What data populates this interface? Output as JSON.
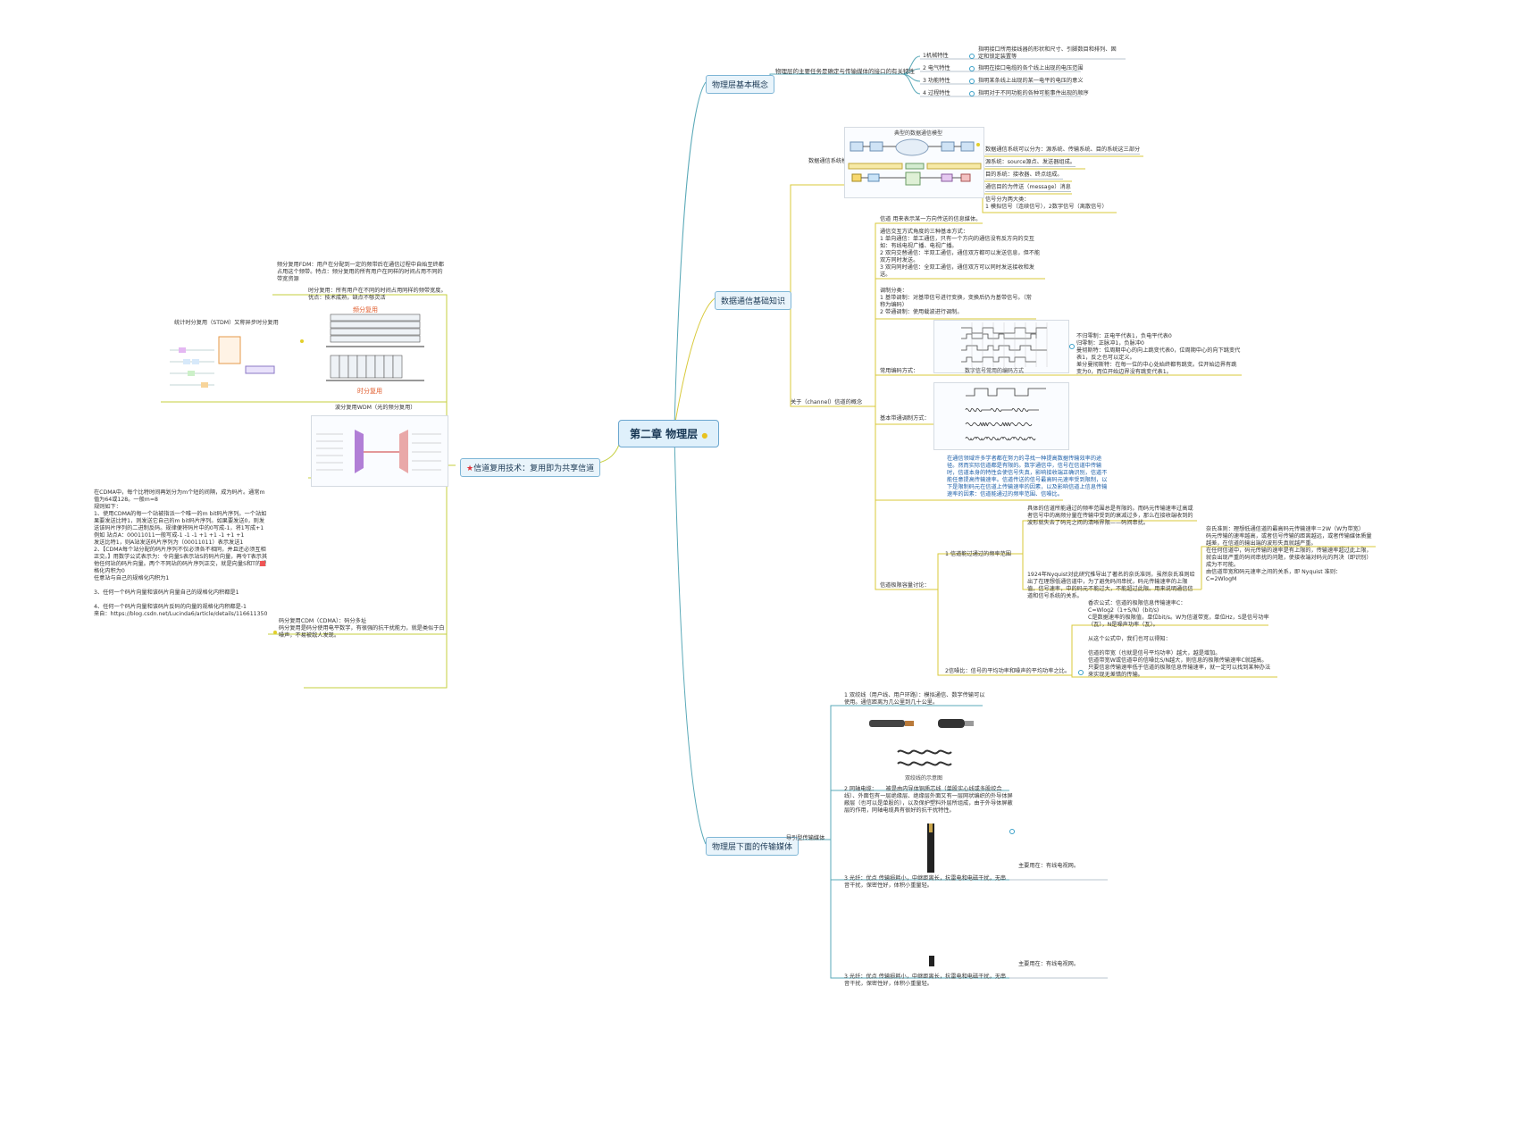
{
  "central": "第二章 物理层",
  "topics": {
    "basic_concept": "物理层基本概念",
    "data_comm": "数据通信基础知识",
    "media": "物理层下面的传输媒体",
    "multiplex": "信道复用技术：复用即为共享信道"
  },
  "basic": {
    "main": "物理层的主要任务是确定与传输媒体的接口的有关特性",
    "items": [
      {
        "label": "1机械特性",
        "desc": "指明接口所用接线器的形状和尺寸、引脚数目和排列、固定和锁定装置等"
      },
      {
        "label": "2 电气特性",
        "desc": "指明在接口电缆的各个线上出现的电压范围"
      },
      {
        "label": "3 功能特性",
        "desc": "指明某条线上出现的某一电平的电压的意义"
      },
      {
        "label": "4 过程特性",
        "desc": "指明对于不同功能的各种可能事件出现的顺序"
      }
    ]
  },
  "comm": {
    "model_label": "数据通信系统模型",
    "model_fig_title": "典型的数据通信模型",
    "model_notes": [
      "数据通信系统可以分为：源系统、传输系统、目的系统这三部分",
      "源系统：source源点、发送器组成。",
      "目的系统：接收器、终点组成。",
      "通信目的为传送（message）消息",
      "信号分为两大类：\n1 模拟信号（连续信号），2数字信号（离散信号）"
    ],
    "channel_label": "关于（channel）信道的概念",
    "channel_def": "信道 用来表示某一方向传送的信息媒体。",
    "interaction": "通信交互方式角度的三种基本方式：\n1 单向通信：单工通信，只有一个方向的通信没有反方向的交互如：有线电视广播、电视广播。\n2 双向交替通信：半双工通信，通信双方都可以发送信息，但不能双方同时发送。\n3 双向同时通信：全双工通信，通信双方可以同时发送接收和发送。",
    "modulation": "调制分类：\n1 基带调制：对基带信号进行变换，变换后仍为基带信号。（常称为编码）\n2 带通调制：使用载波进行调制。",
    "coding_label": "常用编码方式：",
    "coding_fig_caption": "数字信号常用的编码方式",
    "coding_notes": "不归零制：正电平代表1，负电平代表0\n归零制：正脉冲1，负脉冲0\n曼彻斯特：位周期中心的向上跳变代表0，位周期中心的向下跳变代表1，反之也可以定义。\n差分曼彻斯特：在每一位的中心处始终都有跳变。位开始边界有跳变为0，而位开始边界没有跳变代表1。",
    "bandpass_label": "基本带通调制方式：",
    "limit_blue": "在通信领域许多学者都在努力的寻找一种提高数据传输效率的途径。然而实际信道都是有限的。数字通信中，信号在信道中传输时，信道本身的特性会使信号失真，影响接收端正确识别，信道不能任意提高传输速率。信道传送的信号最高码元速率受到限制，以下是限制码元在信道上传输速率的因素，以及影响信道上信息传输速率的因素：信道能通过的频率范围、信噪比。",
    "limit_label": "信道极限容量讨论：",
    "freq_label": "1 信道能过通过的频率范围",
    "freq_desc": "具体的信道所能通过的频率范围总是有限的。而码元传输速率过高或者信号中的高频分量在传输中受到的衰减过多，那么在接收端收到的波形就失去了码元之间的清晰界限——码间串扰。",
    "nyquist": "1924年Nyquist对此研究推导出了著名的奈氏准则，虽然奈氏准则给出了在理想低通信道中，为了避免码间串扰，码元传输速率的上限值，信号速率，中的码元不能过大，不能超过此限。用来说明通信信道和信号系统的关系。",
    "nyquist_formula": "奈氏准则：理想低通信道的最高码元传输速率＝2W（W为带宽）\n码元传输的速率越高，或者信号传输的距离越远，或者传输媒体质量越差，在信道的输出端的波形失真就越严重。\n在任何信道中，码元传输的速率是有上限的，传输速率超过此上限，就会出现严重的码间串扰的问题，使接收端对码元的判决（即识别）成为不可能。\n由信道带宽和码元速率之间的关系，即 Nyquist 准则：\nC=2WlogM",
    "snr_label": "2信噪比：信号的平均功率和噪声的平均功率之比。",
    "shannon": "香农公式：信道的极限信息传输速率C：\nC=Wlog2（1+S/N）(bit/s)\nC是数据速率的极限值，单位bit/s。W为信道带宽，单位Hz，S是信号功率（瓦），N是噪声功率（瓦）。\n\n从这个公式中，我们也可以得知：\n\n信道的带宽（也就是信号平均功率）越大，越是增加。\n信道带宽W或信道中的信噪比S/N越大，则信息的极限传输速率C就越高。\n只要信息传输速率低于信道的极限信息传输速率，就一定可以找到某种办法来实现无差错的传输。"
  },
  "media": {
    "guided_label": "导引型传输媒体",
    "twisted": "1 双绞线（用户线、用户环路）：模拟通信、数字传输可以使用。通信距离为几公里到几十公里。",
    "twisted_caption": "双绞线的示意图",
    "coax": "2 同轴电缆：     被是由内导体铜质芯线（单股实心线或多股绞合线）、外面包有一层绝缘层、绝缘层外面又有一层网状编织的外导体屏蔽层（也可以是单股的），以及保护塑料外层所组成，由于外导体屏蔽层的作用，同轴电缆具有很好的抗干扰特性。",
    "coax_usage": "主要用在：有线电视网。",
    "fiber": "3 光纤：优点 传输损耗小，中继距离长，抗雷电和电磁干扰，无串音干扰，保密性好，体积小重量轻。",
    "fiber_usage": "主要用在：有线电视网。",
    "fiber2": "3 光纤：优点 传输损耗小，中继距离长，抗雷电和电磁干扰，无串音干扰，保密性好，体积小重量轻。"
  },
  "mux": {
    "fdm": "频分复用FDM：用户在分配到一定的频带后在通信过程中自始至终都占用这个频带。特点：频分复用的所有用户在同样的时间占用不同的带宽资源",
    "tdm": "时分复用：所有用户在不同的时间占用同样的频带宽度。\n优点：技术成熟，缺点不够灵活",
    "stdm_caption": "统计时分复用（STDM）又称异步时分复用",
    "fig_label_fdm": "频分复用",
    "fig_label_tdm": "时分复用",
    "wdm": "波分复用WDM（光的频分复用）",
    "cdma_title": "码分复用CDM（CDMA）：码分多址",
    "cdma_desc": "码分复用是码分使用电平数字，有很强的抗干扰能力，就是类似于白噪声，不易被敌人发现。",
    "cdma_notes": "在CDMA中，每个比特时间再划分为m个短的间隔，成为码片。通常m值为64或128。一般m=8\n规则如下：\n1、使用CDMA的每一个站被指派一个唯一的m bit码片序列。一个站如果要发送比特1，则发送它自己的m bit码片序列。如果要发送0，则发送该码片序列的二进制反码。规律便将码片中的0写成-1，将1写成+1\n例如 站点A：00011011一般写成-1 -1 -1 +1 +1 -1 +1 +1\n发送比特1，则A站发送码片序列为（00011011）表示发送1\n2、【CDMA每个站分配的码片序列不仅必须各不相同，并且还必须互相正交。】用数学公式表示为：令向量S表示站S的码片向量，再令T表示其他任何站的码片向量。两个不同站的码片序列正交，就是向量S和T的规格化内积为0\n任意站与自己的规格化内积为1\n\n3、任何一个码片向量和该码片向量自己的规格化内积都是1\n\n4、任何一个码片向量和该码片反码的向量的规格化内积都是-1\n来自：https://blog.csdn.net/Lucinda6/article/details/116611350"
  }
}
